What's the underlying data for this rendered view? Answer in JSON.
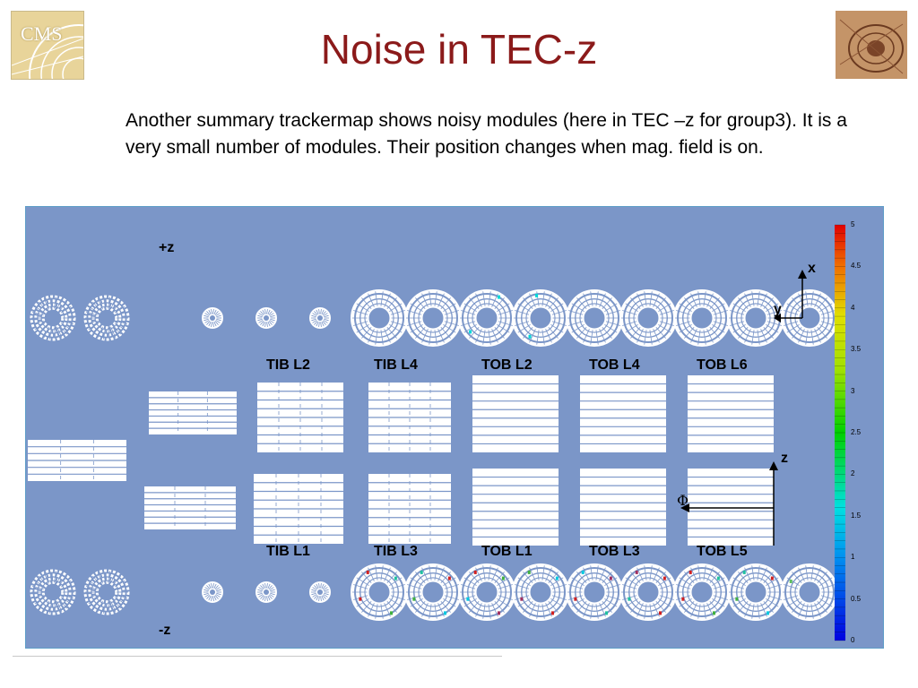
{
  "slide": {
    "title": "Noise in TEC-z",
    "intro": "Another summary trackermap shows noisy modules (here in TEC –z for group3). It is a very small number of modules. Their position changes when mag. field is on."
  },
  "logos": {
    "left_text": "CMS"
  },
  "tracker_map": {
    "plus_z_label": "+z",
    "minus_z_label": "-z",
    "layers": {
      "tib_l2": "TIB L2",
      "tib_l4": "TIB L4",
      "tob_l2": "TOB L2",
      "tob_l4": "TOB L4",
      "tob_l6": "TOB L6",
      "tib_l1": "TIB L1",
      "tib_l3": "TIB L3",
      "tob_l1": "TOB L1",
      "tob_l3": "TOB L3",
      "tob_l5": "TOB L5"
    },
    "axes": {
      "x": "x",
      "y": "y",
      "z": "z",
      "phi": "Φ"
    },
    "scale_ticks": [
      "5",
      "4.5",
      "4",
      "3.5",
      "3",
      "2.5",
      "2",
      "1.5",
      "1",
      "0.5",
      "0"
    ],
    "colors": {
      "background": "#7b96c8",
      "module": "#ffffff",
      "module_line": "#7b96c8"
    }
  }
}
